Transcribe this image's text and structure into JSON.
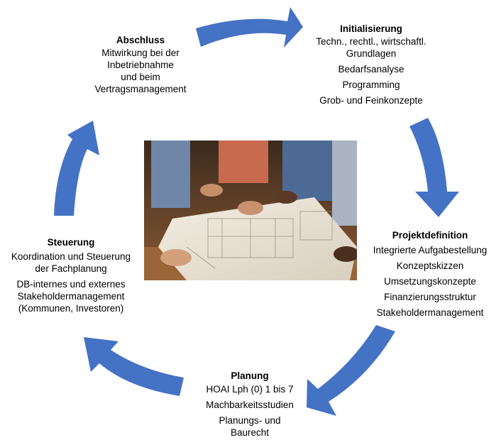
{
  "colors": {
    "arrow": "#4472c4",
    "text": "#000000"
  },
  "stages": {
    "initialisierung": {
      "title": "Initialisierung",
      "lines": [
        "Techn., rechtl., wirtschaftl.",
        "Grundlagen",
        "Bedarfsanalyse",
        "Programming",
        "Grob- und Feinkonzepte"
      ]
    },
    "projektdefinition": {
      "title": "Projektdefinition",
      "lines": [
        "Integrierte Aufgabestellung",
        "Konzeptskizzen",
        "Umsetzungskonzepte",
        "Finanzierungsstruktur",
        "Stakeholdermanagement"
      ]
    },
    "planung": {
      "title": "Planung",
      "lines": [
        "HOAI Lph (0) 1 bis 7",
        "Machbarkeitsstudien",
        "Planungs- und",
        "Baurecht"
      ]
    },
    "steuerung": {
      "title": "Steuerung",
      "lines": [
        "Koordination und Steuerung",
        "der Fachplanung",
        "DB-internes und externes",
        "Stakeholdermanagement",
        "(Kommunen, Investoren)"
      ]
    },
    "abschluss": {
      "title": "Abschluss",
      "lines": [
        "Mitwirkung bei der",
        "Inbetriebnahme",
        "und beim",
        "Vertragsmanagement"
      ]
    }
  }
}
